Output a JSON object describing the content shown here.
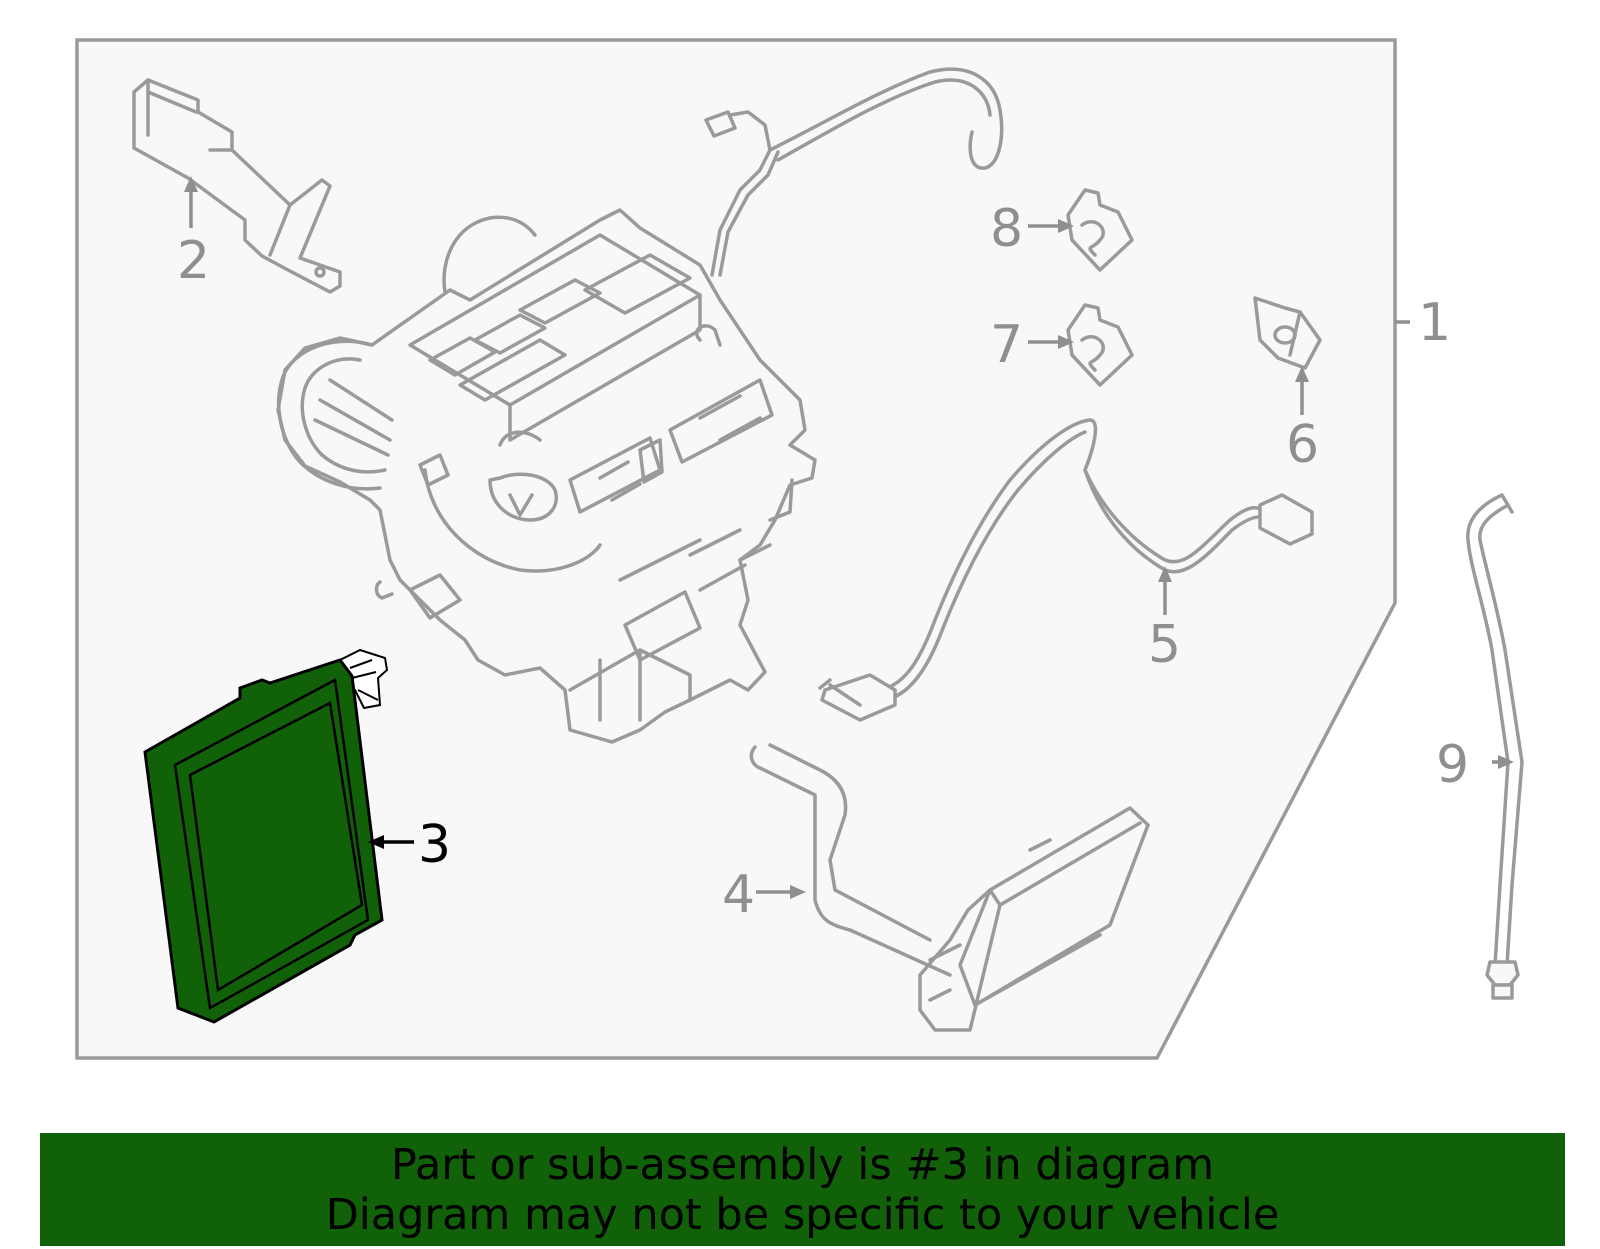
{
  "callouts": {
    "c1": "1",
    "c2": "2",
    "c3": "3",
    "c4": "4",
    "c5": "5",
    "c6": "6",
    "c7": "7",
    "c8": "8",
    "c9": "9"
  },
  "highlight_part": "3",
  "colors": {
    "highlight": "#116108",
    "banner": "#116108",
    "line": "#9a9a9a",
    "panel": "#f8f8f8"
  },
  "banner": {
    "line1": "Part or sub-assembly is #3 in diagram",
    "line2": "Diagram may not be specific to your vehicle"
  }
}
